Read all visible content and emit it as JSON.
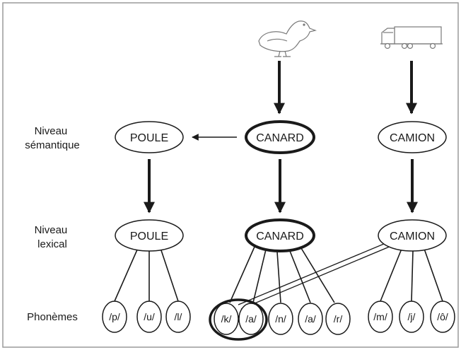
{
  "levels": {
    "semantic": [
      "Niveau",
      "sémantique"
    ],
    "lexical": [
      "Niveau",
      "lexical"
    ],
    "phonemes": "Phonèmes"
  },
  "icons": [
    "duck-icon",
    "truck-icon"
  ],
  "semantic_nodes": {
    "poule": "POULE",
    "canard": "CANARD",
    "camion": "CAMION"
  },
  "lexical_nodes": {
    "poule": "POULE",
    "canard": "CANARD",
    "camion": "CAMION"
  },
  "phonemes": {
    "poule": [
      "/p/",
      "/u/",
      "/l/"
    ],
    "canard": [
      "/k/",
      "/a/",
      "/n/",
      "/a/",
      "/r/"
    ],
    "camion": [
      "/m/",
      "/j/",
      "/ô/"
    ]
  },
  "colors": {
    "stroke": "#1a1a1a",
    "background": "#ffffff",
    "icon": "#7a7a7a"
  }
}
